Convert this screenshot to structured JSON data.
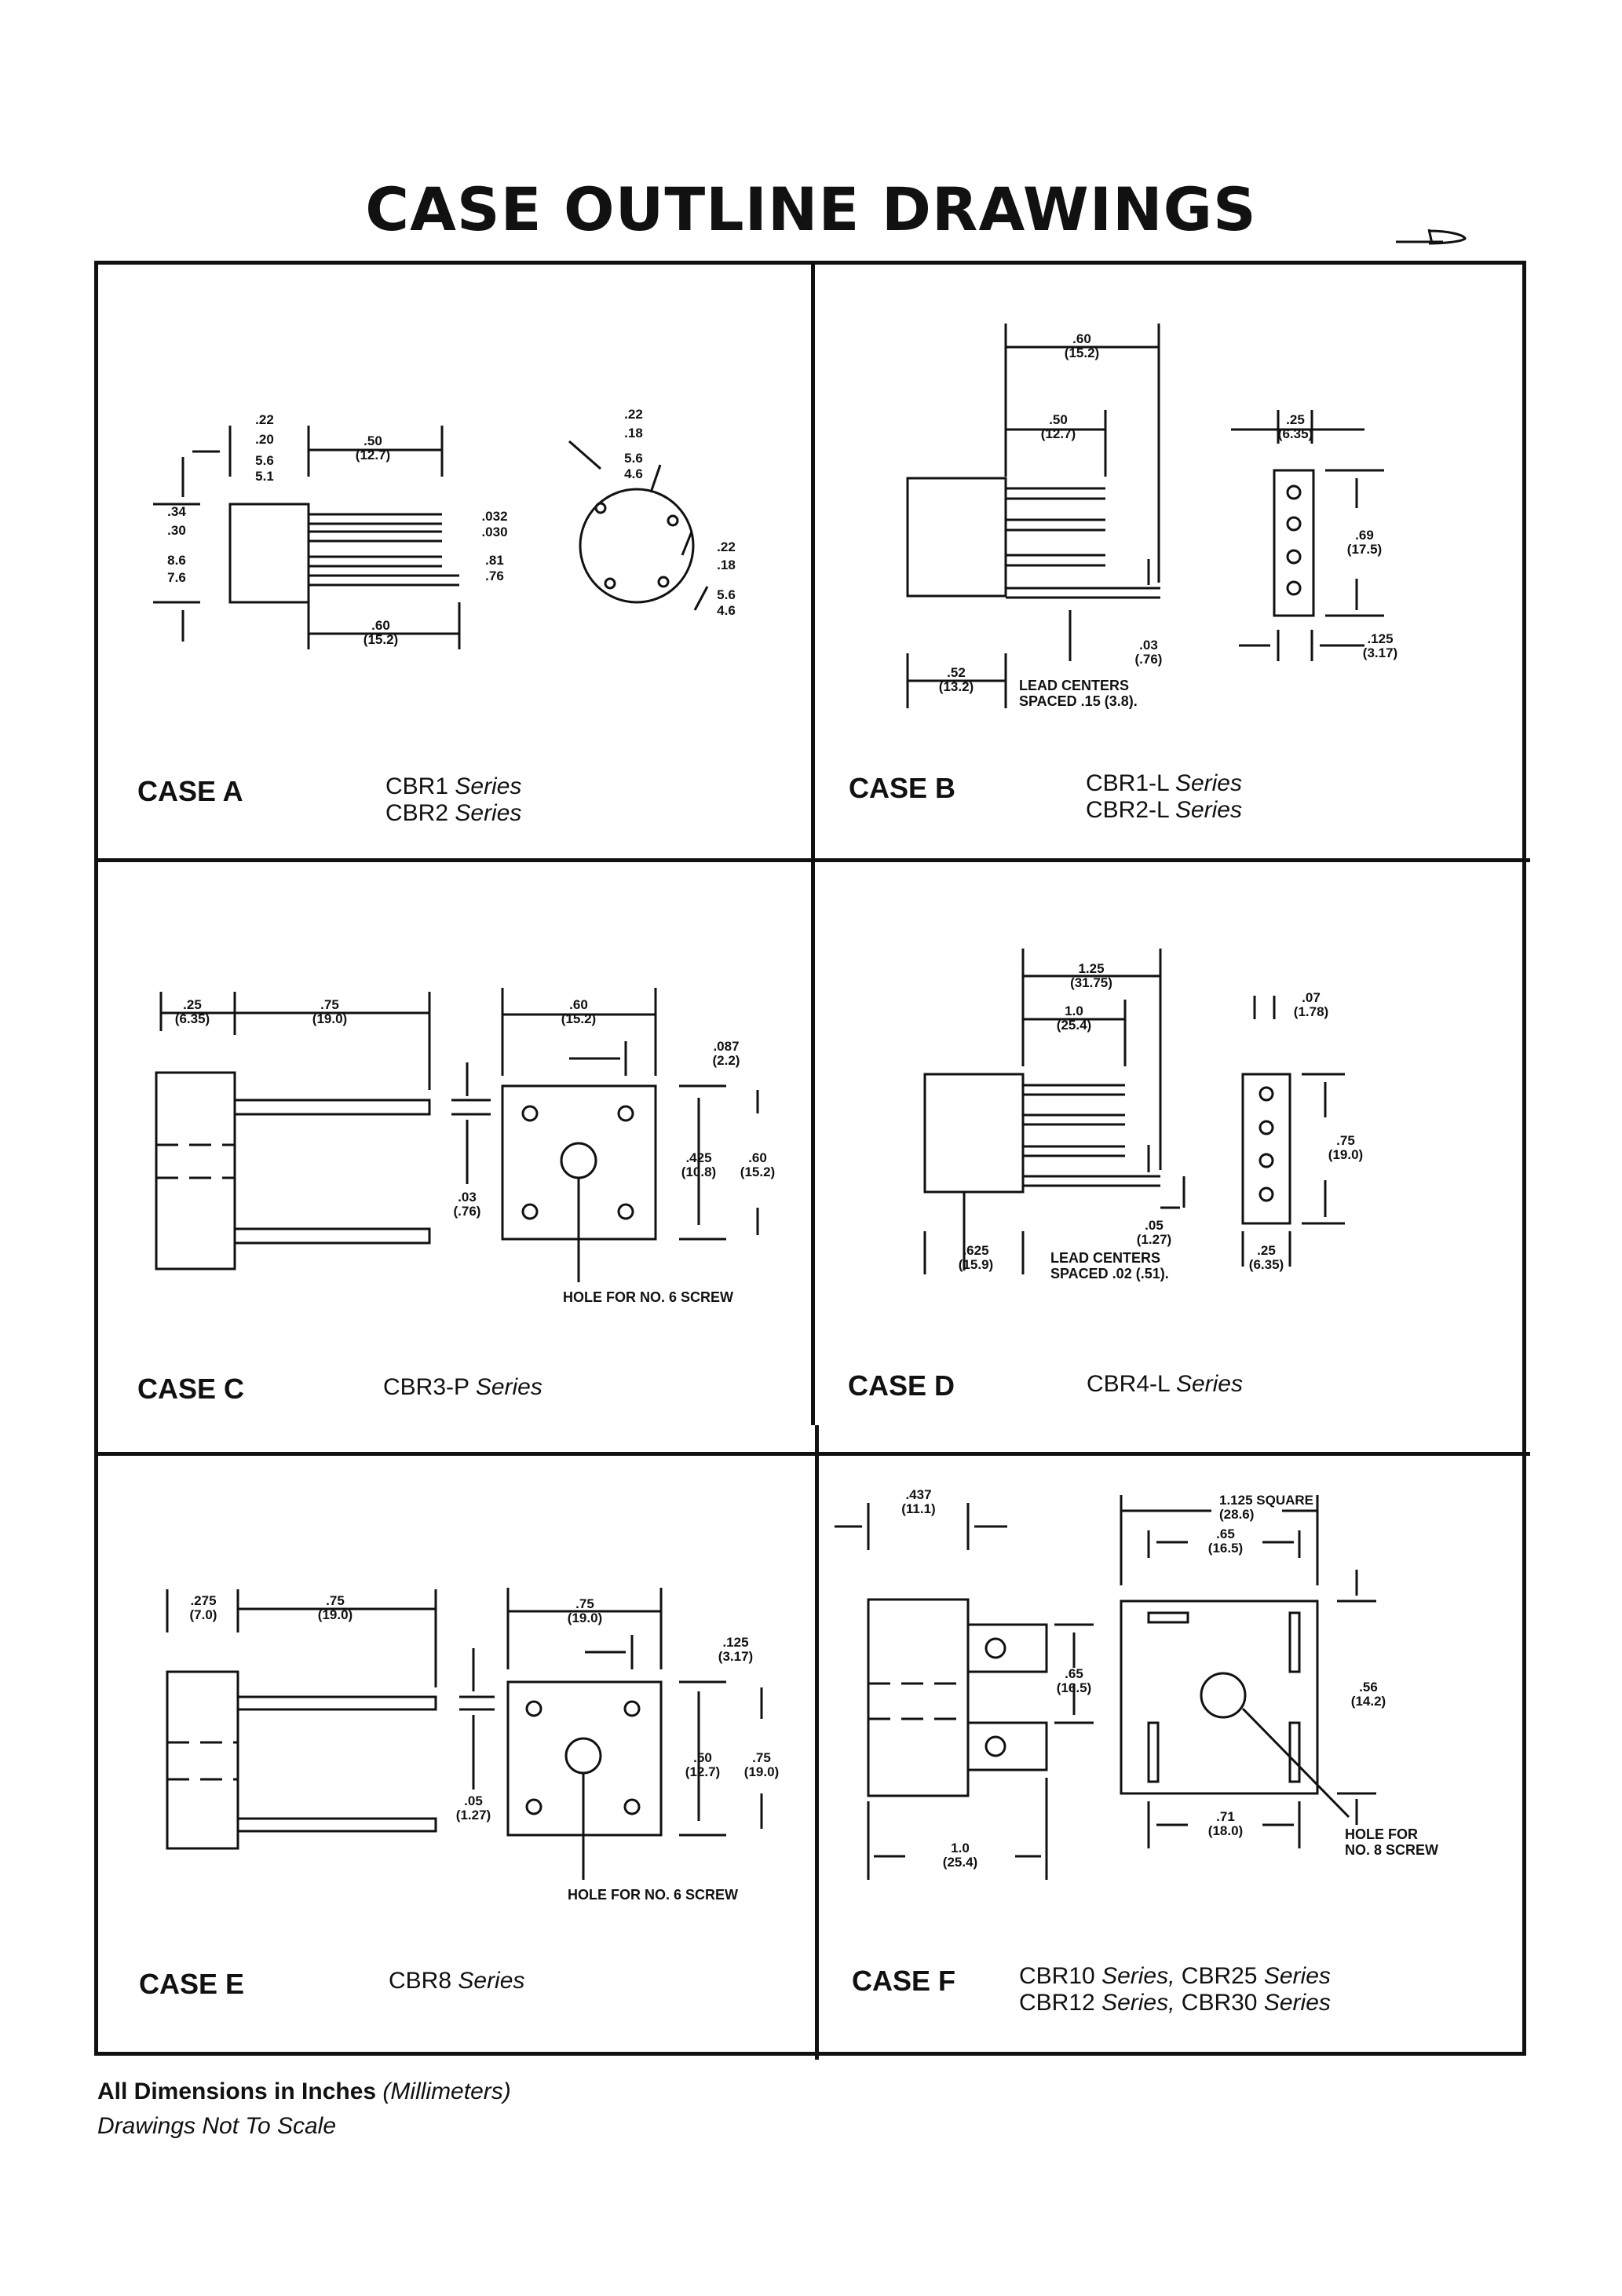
{
  "title": "CASE OUTLINE DRAWINGS",
  "footer": {
    "units_label": "All Dimensions in Inches",
    "units_paren": "(Millimeters)",
    "scale_note": "Drawings Not To Scale"
  },
  "cases": [
    {
      "label": "CASE A",
      "series": [
        {
          "part": "CBR1",
          "word": "Series"
        },
        {
          "part": "CBR2",
          "word": "Series"
        }
      ],
      "dims": [
        ".22",
        ".20",
        "5.6",
        "5.1",
        ".50",
        "(12.7)",
        ".34",
        ".30",
        "8.6",
        "7.6",
        ".032",
        ".030",
        ".81",
        ".76",
        ".60",
        "(15.2)",
        ".22",
        ".18",
        "5.6",
        "4.6",
        ".22",
        ".18",
        "5.6",
        "4.6"
      ]
    },
    {
      "label": "CASE B",
      "series": [
        {
          "part": "CBR1-L",
          "word": "Series"
        },
        {
          "part": "CBR2-L",
          "word": "Series"
        }
      ],
      "dims": [
        ".60",
        "(15.2)",
        ".50",
        "(12.7)",
        ".25",
        "(6.35)",
        ".69",
        "(17.5)",
        ".03",
        "(.76)",
        ".52",
        "(13.2)",
        ".125",
        "(3.17)"
      ],
      "notes": [
        "LEAD CENTERS",
        "SPACED .15 (3.8)."
      ]
    },
    {
      "label": "CASE C",
      "series": [
        {
          "part": "CBR3-P",
          "word": "Series"
        }
      ],
      "dims": [
        ".25",
        "(6.35)",
        ".75",
        "(19.0)",
        ".60",
        "(15.2)",
        ".087",
        "(2.2)",
        ".425",
        "(10.8)",
        ".60",
        "(15.2)",
        ".03",
        "(.76)"
      ],
      "notes": [
        "HOLE FOR NO. 6 SCREW"
      ]
    },
    {
      "label": "CASE D",
      "series": [
        {
          "part": "CBR4-L",
          "word": "Series"
        }
      ],
      "dims": [
        "1.25",
        "(31.75)",
        "1.0",
        "(25.4)",
        ".07",
        "(1.78)",
        ".75",
        "(19.0)",
        ".05",
        "(1.27)",
        ".625",
        "(15.9)",
        ".25",
        "(6.35)"
      ],
      "notes": [
        "LEAD CENTERS",
        "SPACED .02 (.51)."
      ]
    },
    {
      "label": "CASE E",
      "series": [
        {
          "part": "CBR8",
          "word": "Series"
        }
      ],
      "dims": [
        ".275",
        "(7.0)",
        ".75",
        "(19.0)",
        ".75",
        "(19.0)",
        ".125",
        "(3.17)",
        ".50",
        "(12.7)",
        ".75",
        "(19.0)",
        ".05",
        "(1.27)"
      ],
      "notes": [
        "HOLE FOR NO. 6 SCREW"
      ]
    },
    {
      "label": "CASE F",
      "series": [
        {
          "part": "CBR10",
          "word": "Series,",
          "part2": "CBR25",
          "word2": "Series"
        },
        {
          "part": "CBR12",
          "word": "Series,",
          "part2": "CBR30",
          "word2": "Series"
        }
      ],
      "dims": [
        ".437",
        "(11.1)",
        "1.125 SQUARE",
        "(28.6)",
        ".65",
        "(16.5)",
        ".65",
        "(16.5)",
        ".56",
        "(14.2)",
        "1.0",
        "(25.4)",
        ".71",
        "(18.0)"
      ],
      "notes": [
        "HOLE FOR",
        "NO. 8 SCREW"
      ]
    }
  ]
}
